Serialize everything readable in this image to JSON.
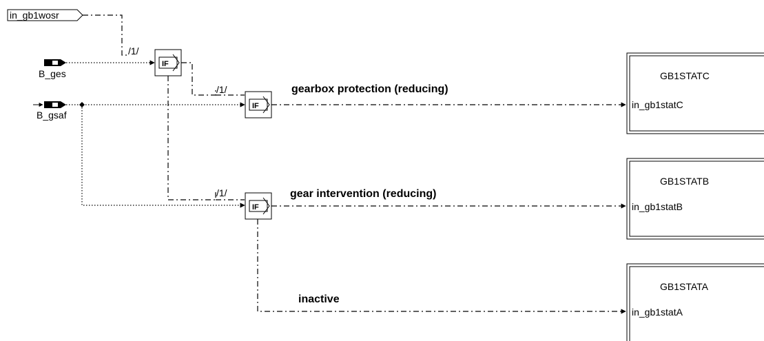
{
  "inputs": {
    "in_gb1wosr": "in_gb1wosr",
    "b_ges": "B_ges",
    "b_gsaf": "B_gsaf"
  },
  "if_blocks": {
    "label": "IF"
  },
  "wire_labels": {
    "fraction": "/1/"
  },
  "branch_labels": {
    "gearbox_protection": "gearbox protection (reducing)",
    "gear_intervention": "gear intervention (reducing)",
    "inactive": "inactive"
  },
  "subsystems": [
    {
      "title": "GB1STATC",
      "port": "in_gb1statC"
    },
    {
      "title": "GB1STATB",
      "port": "in_gb1statB"
    },
    {
      "title": "GB1STATA",
      "port": "in_gb1statA"
    }
  ]
}
